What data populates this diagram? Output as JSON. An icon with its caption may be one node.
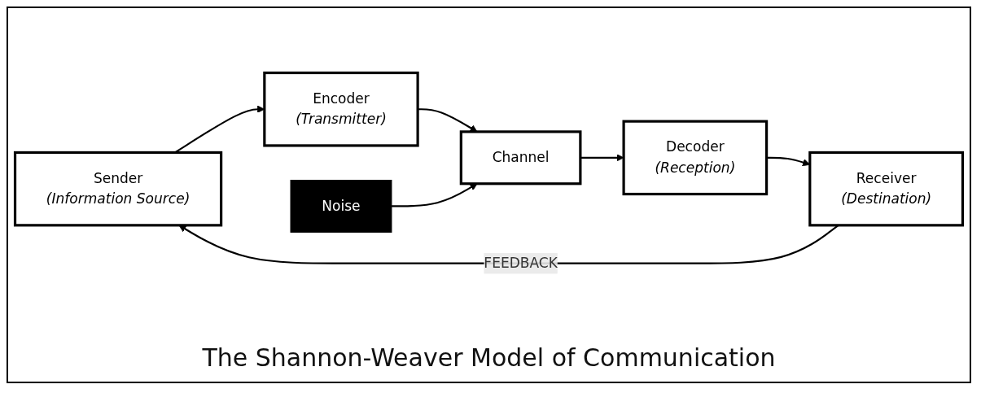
{
  "diagram": {
    "caption": "The Shannon-Weaver Model of Communication",
    "nodes": [
      {
        "text": [
          "Sender",
          "(Information Source)"
        ]
      },
      {
        "text": [
          "Encoder",
          "(Transmitter)"
        ]
      },
      {
        "text": [
          "Channel"
        ]
      },
      {
        "text": [
          "Decoder",
          "(Reception)"
        ]
      },
      {
        "text": [
          "Receiver",
          "(Destination)"
        ]
      },
      {
        "text": [
          "Noise"
        ]
      }
    ],
    "edges": [
      {
        "from": 0,
        "to": 1,
        "arrow": "to"
      },
      {
        "from": 1,
        "to": 2,
        "arrow": "to"
      },
      {
        "from": 2,
        "to": 3,
        "arrow": "to"
      },
      {
        "from": 3,
        "to": 4,
        "arrow": "to"
      },
      {
        "from": 5,
        "to": 2,
        "arrow": "to"
      },
      {
        "from": 4,
        "to": 0,
        "arrow": "to",
        "label": "FEEDBACK"
      }
    ]
  }
}
